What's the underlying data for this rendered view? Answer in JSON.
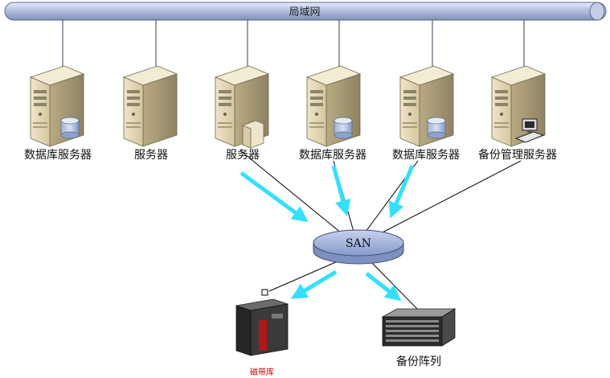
{
  "lan": {
    "label": "局域网"
  },
  "san": {
    "label": "SAN"
  },
  "servers": [
    {
      "label": "数据库服务器",
      "badge": "database-icon"
    },
    {
      "label": "服务器",
      "badge": "none"
    },
    {
      "label": "服务器",
      "badge": "folder-icon"
    },
    {
      "label": "数据库服务器",
      "badge": "database-icon"
    },
    {
      "label": "数据库服务器",
      "badge": "database-icon"
    },
    {
      "label": "备份管理服务器",
      "badge": "computer-icon"
    }
  ],
  "storage": {
    "tape_library": {
      "label": "磁带库"
    },
    "backup_array": {
      "label": "备份阵列"
    }
  },
  "colors": {
    "lan_pipe": "#a8b6d8",
    "san_disk": "#a9b9e2",
    "arrow": "#33e0ff",
    "server_body": "#dcd0ae",
    "line": "#000000"
  }
}
